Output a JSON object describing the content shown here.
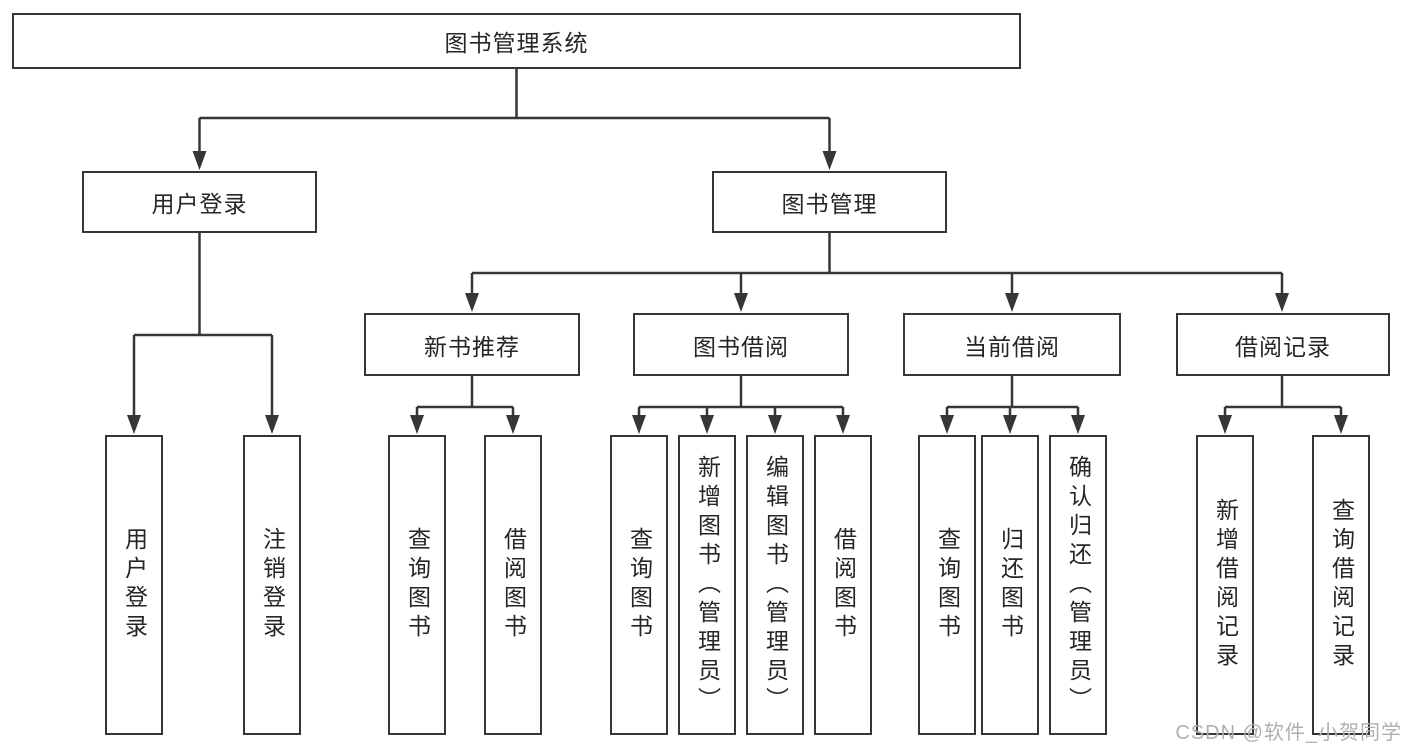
{
  "tree": {
    "label": "图书管理系统",
    "children": [
      {
        "label": "用户登录",
        "children": [
          {
            "label": "用户登录"
          },
          {
            "label": "注销登录"
          }
        ]
      },
      {
        "label": "图书管理",
        "children": [
          {
            "label": "新书推荐",
            "children": [
              {
                "label": "查询图书"
              },
              {
                "label": "借阅图书"
              }
            ]
          },
          {
            "label": "图书借阅",
            "children": [
              {
                "label": "查询图书"
              },
              {
                "label": "新增图书（管理员）"
              },
              {
                "label": "编辑图书（管理员）"
              },
              {
                "label": "借阅图书"
              }
            ]
          },
          {
            "label": "当前借阅",
            "children": [
              {
                "label": "查询图书"
              },
              {
                "label": "归还图书"
              },
              {
                "label": "确认归还（管理员）"
              }
            ]
          },
          {
            "label": "借阅记录",
            "children": [
              {
                "label": "新增借阅记录"
              },
              {
                "label": "查询借阅记录"
              }
            ]
          }
        ]
      }
    ]
  },
  "watermark": "CSDN @软件_小贺同学",
  "colors": {
    "line": "#363636",
    "text": "#262626",
    "background": "#ffffff",
    "watermark": "#b0b0b0"
  }
}
